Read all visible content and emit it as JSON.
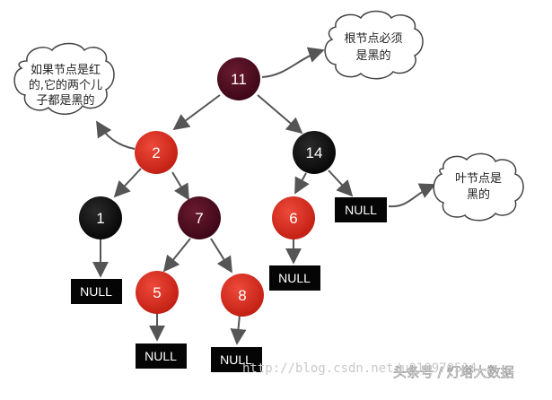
{
  "colors": {
    "red_node": "#d42a1e",
    "black_node": "#0c0c0c",
    "root_node": "#4a0b1f",
    "null_box": "#050505",
    "edge": "#555555",
    "cloud_stroke": "#444444"
  },
  "nodes": {
    "n11": {
      "label": "11",
      "color": "root"
    },
    "n2": {
      "label": "2",
      "color": "red"
    },
    "n14": {
      "label": "14",
      "color": "black"
    },
    "n1": {
      "label": "1",
      "color": "black"
    },
    "n7": {
      "label": "7",
      "color": "root"
    },
    "n6": {
      "label": "6",
      "color": "red"
    },
    "n5": {
      "label": "5",
      "color": "red"
    },
    "n8": {
      "label": "8",
      "color": "red"
    }
  },
  "null_label": "NULL",
  "clouds": {
    "root_rule": [
      "根节点必须",
      "是黑的"
    ],
    "red_rule": [
      "如果节点是红",
      "的,它的两个儿",
      "子都是黑的"
    ],
    "leaf_rule": [
      "叶节点是",
      "黑的"
    ]
  },
  "watermark": {
    "url": "http://blog.csdn.net/u010970514",
    "brand": "头条号 / 灯塔大数据"
  }
}
